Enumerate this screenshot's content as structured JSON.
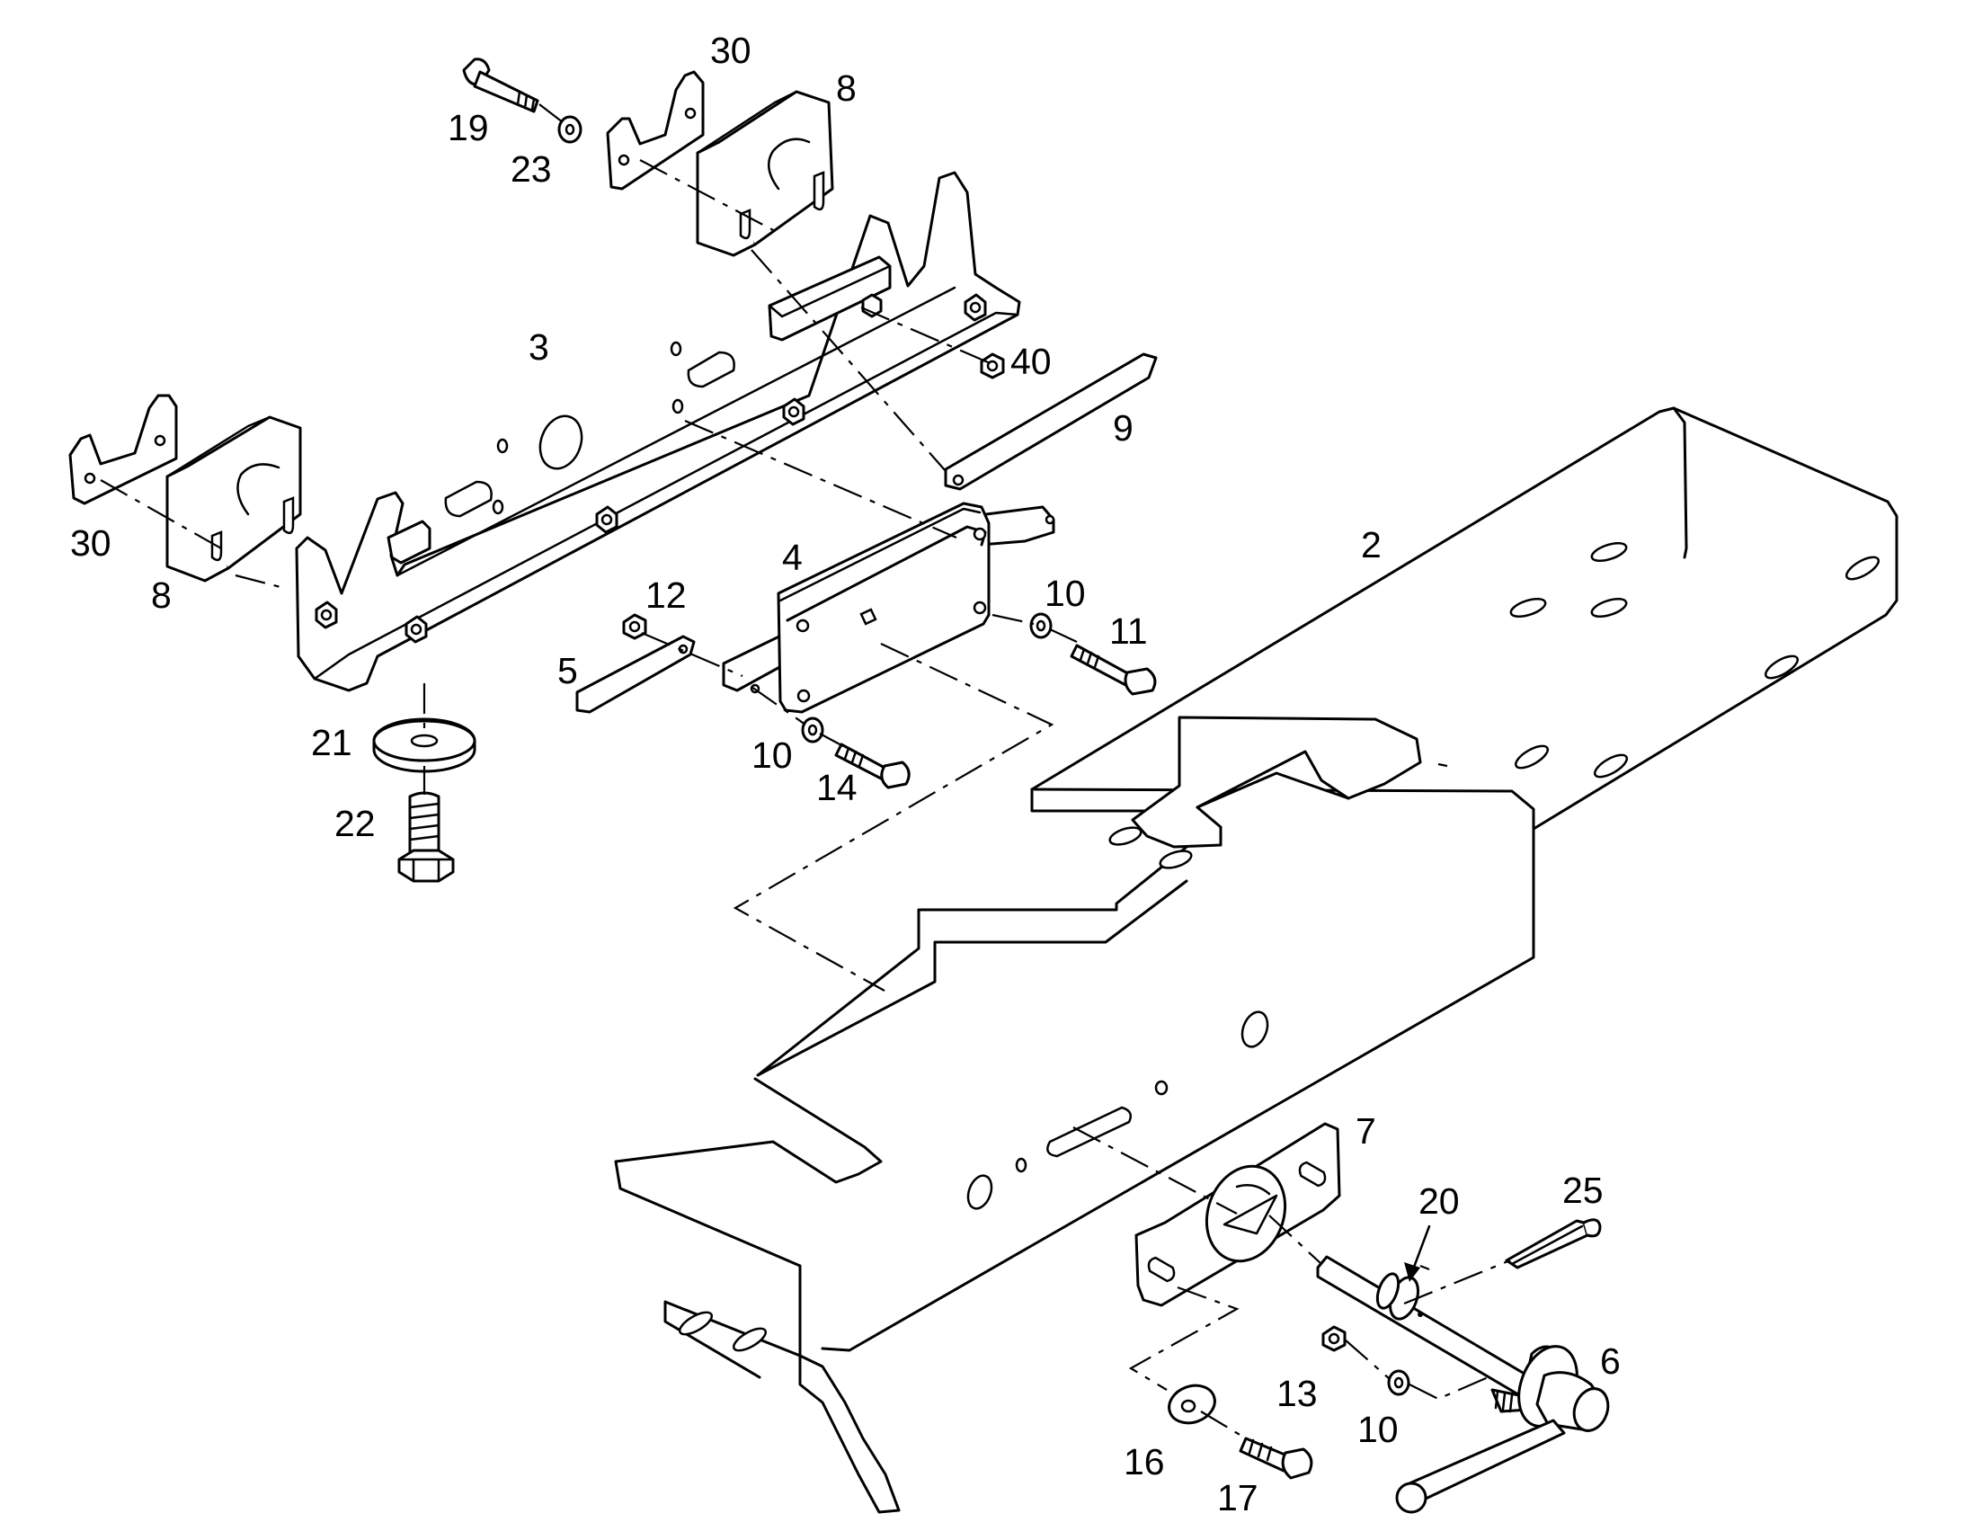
{
  "diagram": {
    "colors": {
      "line": "#000000",
      "background": "#ffffff"
    },
    "callouts": [
      {
        "id": "c30a",
        "text": "30"
      },
      {
        "id": "c8a",
        "text": "8"
      },
      {
        "id": "c19",
        "text": "19"
      },
      {
        "id": "c23",
        "text": "23"
      },
      {
        "id": "c3",
        "text": "3"
      },
      {
        "id": "c40",
        "text": "40"
      },
      {
        "id": "c9",
        "text": "9"
      },
      {
        "id": "c30b",
        "text": "30"
      },
      {
        "id": "c8b",
        "text": "8"
      },
      {
        "id": "c4",
        "text": "4"
      },
      {
        "id": "c2",
        "text": "2"
      },
      {
        "id": "c12",
        "text": "12"
      },
      {
        "id": "c10a",
        "text": "10"
      },
      {
        "id": "c11",
        "text": "11"
      },
      {
        "id": "c5",
        "text": "5"
      },
      {
        "id": "c21",
        "text": "21"
      },
      {
        "id": "c10b",
        "text": "10"
      },
      {
        "id": "c14",
        "text": "14"
      },
      {
        "id": "c22",
        "text": "22"
      },
      {
        "id": "c7",
        "text": "7"
      },
      {
        "id": "c20",
        "text": "20"
      },
      {
        "id": "c25",
        "text": "25"
      },
      {
        "id": "c6",
        "text": "6"
      },
      {
        "id": "c13",
        "text": "13"
      },
      {
        "id": "c10c",
        "text": "10"
      },
      {
        "id": "c16",
        "text": "16"
      },
      {
        "id": "c17",
        "text": "17"
      }
    ]
  }
}
